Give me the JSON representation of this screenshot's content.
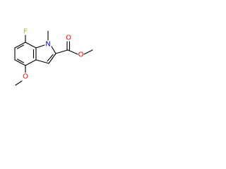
{
  "molecule": {
    "atoms": {
      "fluorine": {
        "symbol": "F",
        "color": "#9acd32"
      },
      "nitrogen": {
        "symbol": "N",
        "color": "#0000ff"
      },
      "ester_carbonyl_oxygen": {
        "symbol": "O",
        "color": "#ff0000"
      },
      "ester_ether_oxygen": {
        "symbol": "O",
        "color": "#ff0000"
      },
      "methoxy_oxygen": {
        "symbol": "O",
        "color": "#ff0000"
      }
    },
    "bond_color": "#000000"
  }
}
